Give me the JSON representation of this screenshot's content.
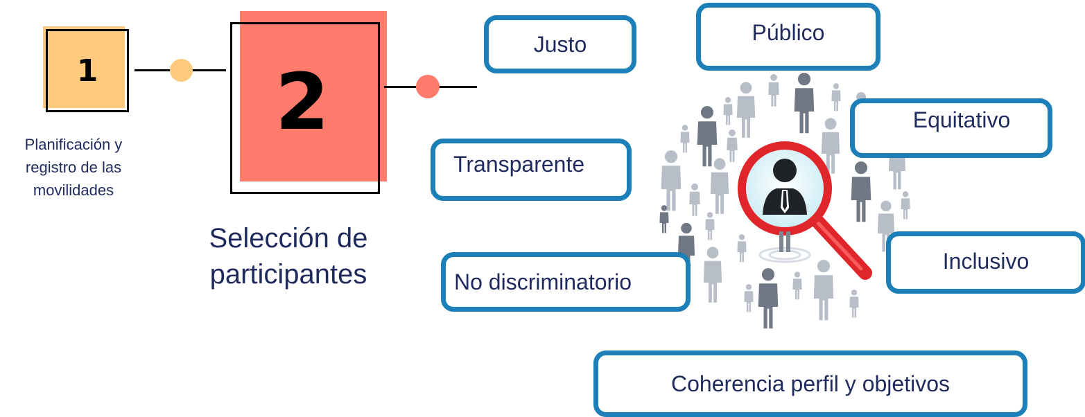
{
  "steps": [
    {
      "number": "1",
      "caption_lines": [
        "Planificación y",
        "registro de las",
        "movilidades"
      ],
      "color": "#FFC97E"
    },
    {
      "number": "2",
      "caption_lines": [
        "Selección de",
        "participantes"
      ],
      "color": "#FF7C6D"
    }
  ],
  "criteria": {
    "justo": "Justo",
    "publico": "Público",
    "equitativo": "Equitativo",
    "transparente": "Transparente",
    "inclusivo": "Inclusivo",
    "no_discriminatorio": "No discriminatorio",
    "coherencia": "Coherencia perfil y objetivos"
  },
  "colors": {
    "box_border": "#1C7FB8",
    "text": "#1F2B5C",
    "connector_dot_1": "#FFC97E",
    "connector_dot_2": "#FF7C6D",
    "magnifier_rim": "#E0262B"
  },
  "illustration": {
    "icon": "people-search-magnifier-icon"
  }
}
